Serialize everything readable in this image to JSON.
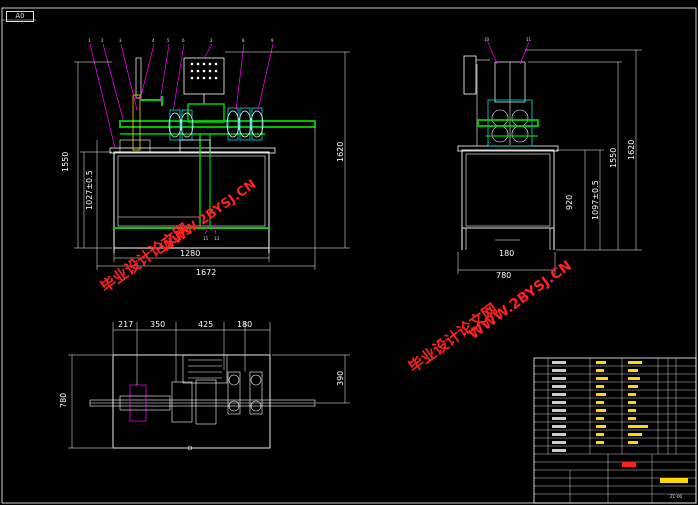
{
  "sheet": {
    "tab_label": "A0"
  },
  "front_view": {
    "balloons": [
      "1",
      "2",
      "3",
      "4",
      "5",
      "6",
      "2",
      "8",
      "9"
    ],
    "dims": {
      "total_height": "1550",
      "overall_height": "1620",
      "table_height": "1027±0.5",
      "table_width": "1280",
      "overall_width": "1672"
    },
    "bottom_marks": [
      "15",
      "13"
    ]
  },
  "side_view": {
    "balloons": [
      "10",
      "11"
    ],
    "dims": {
      "d920": "920",
      "d1097": "1097±0.5",
      "d1550": "1550",
      "d1620": "1620",
      "d180": "180",
      "d780": "780"
    }
  },
  "top_view": {
    "dims": {
      "d217": "217",
      "d350": "350",
      "d425": "425",
      "d180": "180",
      "d390": "390",
      "d780": "780"
    }
  },
  "watermarks": {
    "cn": "毕业设计论文网",
    "url": "WWW.2BYSJ.CN"
  },
  "title_block": {
    "drawing_no": "ZC-00"
  },
  "colors": {
    "frame": "#ffffff",
    "green": "#00d000",
    "magenta": "#ff00ff",
    "red": "#ff2020",
    "yellow": "#ffd800",
    "cyan": "#00e0e0"
  }
}
